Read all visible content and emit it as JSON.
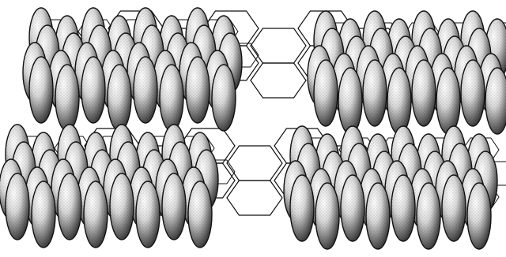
{
  "figure": {
    "background": "#ffffff",
    "ink": "#111111",
    "clusters": [
      {
        "id": "top-left"
      },
      {
        "id": "top-right"
      },
      {
        "id": "bottom-left"
      },
      {
        "id": "bottom-right"
      }
    ],
    "linker_rows": [
      {
        "id": "upper-hexagon-chain"
      },
      {
        "id": "lower-hexagon-chain"
      }
    ]
  }
}
